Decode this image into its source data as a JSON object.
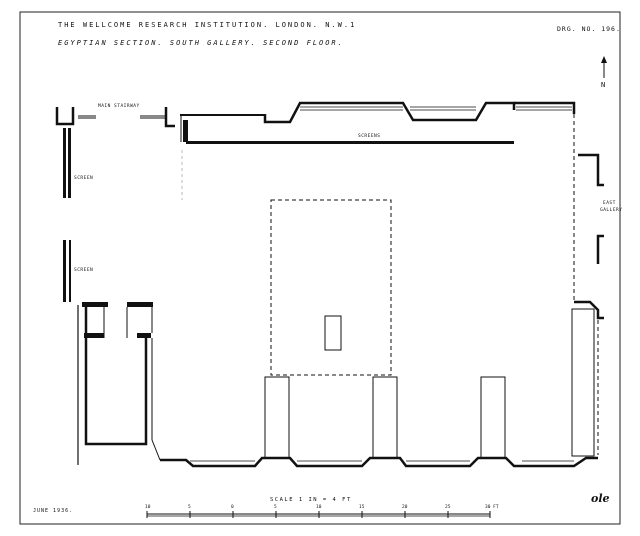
{
  "title": {
    "line1": "THE WELLCOME RESEARCH INSTITUTION. LONDON. N.W.1",
    "line2": "EGYPTIAN SECTION. SOUTH GALLERY. SECOND FLOOR."
  },
  "drawing_number": "DRG. NO. 196.",
  "north_label": "N",
  "labels": {
    "main_stairway": "MAIN STAIRWAY",
    "screens": "SCREENS",
    "screen_upper": "SCREEN",
    "screen_lower": "SCREEN",
    "east_gallery_1": "EAST",
    "east_gallery_2": "GALLERY"
  },
  "date": "JUNE 1936.",
  "scale": {
    "text": "SCALE 1 IN = 4 FT",
    "ticks": [
      "10",
      "5",
      "0",
      "5",
      "10",
      "15",
      "20",
      "25",
      "30 FT"
    ]
  },
  "signature": "ole"
}
